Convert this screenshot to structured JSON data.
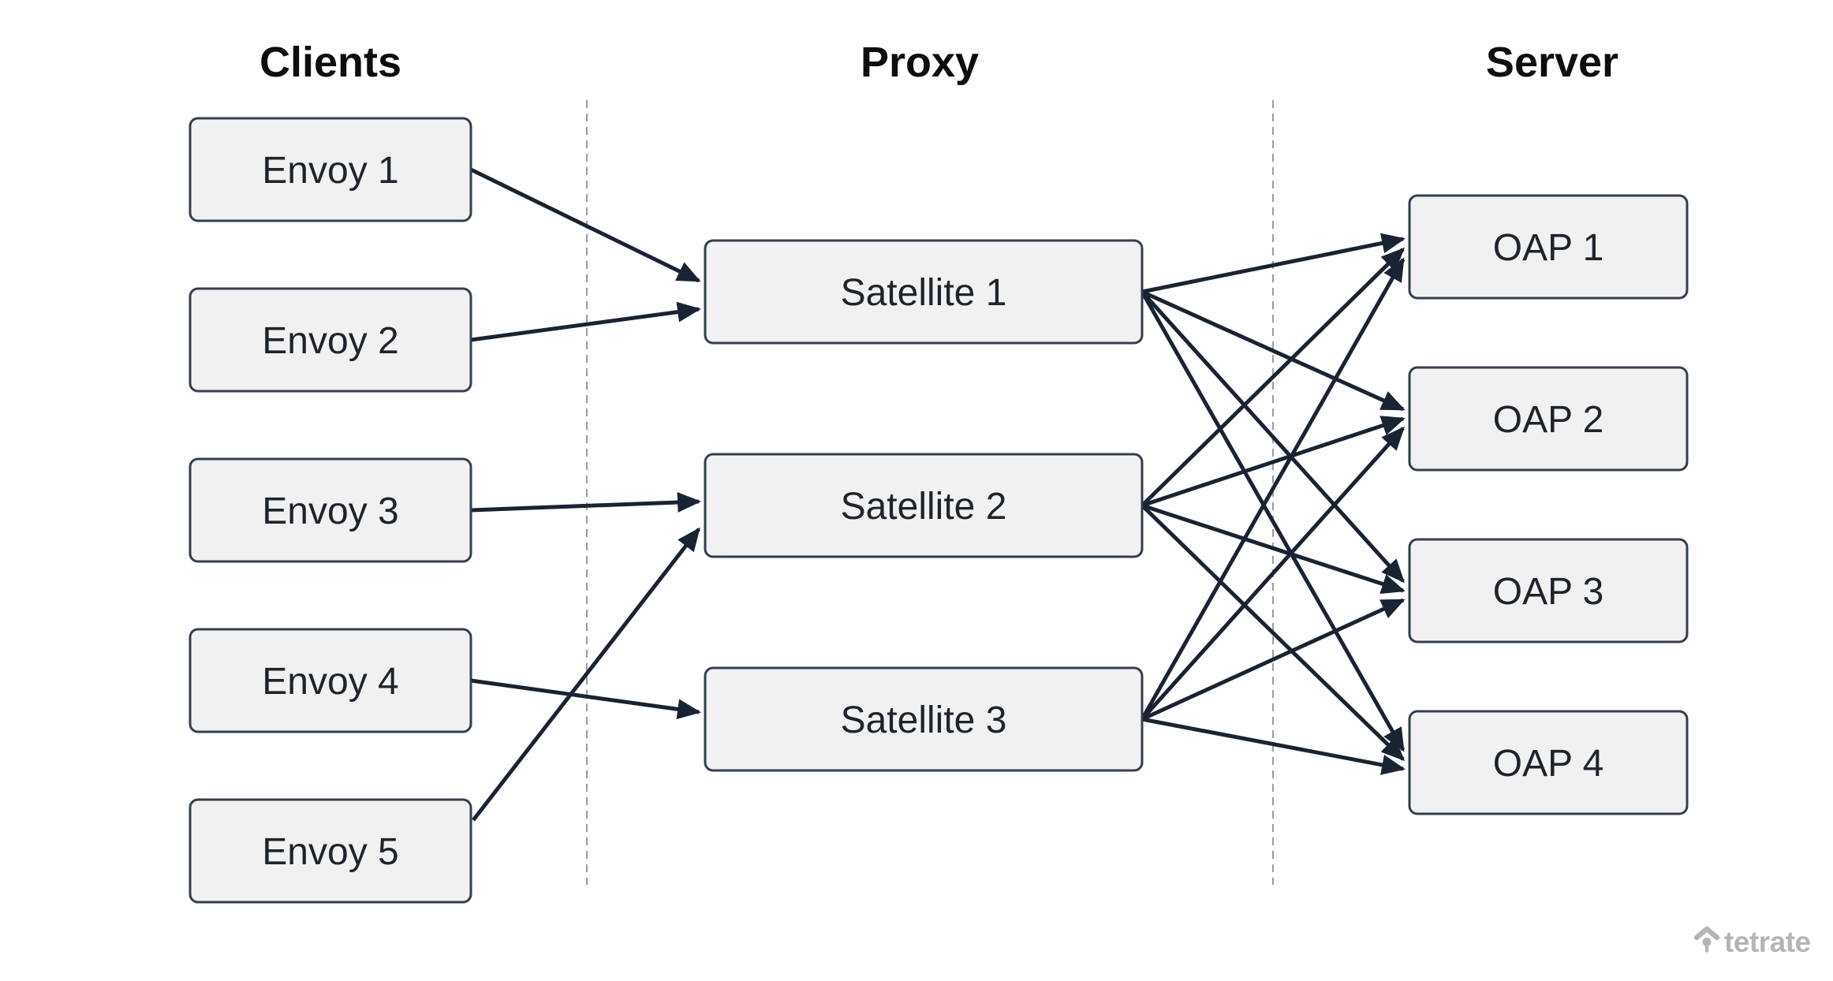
{
  "columns": [
    {
      "id": "clients",
      "label": "Clients"
    },
    {
      "id": "proxy",
      "label": "Proxy"
    },
    {
      "id": "server",
      "label": "Server"
    }
  ],
  "nodes": {
    "clients": [
      {
        "id": "envoy-1",
        "label": "Envoy 1"
      },
      {
        "id": "envoy-2",
        "label": "Envoy 2"
      },
      {
        "id": "envoy-3",
        "label": "Envoy 3"
      },
      {
        "id": "envoy-4",
        "label": "Envoy 4"
      },
      {
        "id": "envoy-5",
        "label": "Envoy 5"
      }
    ],
    "proxies": [
      {
        "id": "satellite-1",
        "label": "Satellite 1"
      },
      {
        "id": "satellite-2",
        "label": "Satellite 2"
      },
      {
        "id": "satellite-3",
        "label": "Satellite 3"
      }
    ],
    "servers": [
      {
        "id": "oap-1",
        "label": "OAP 1"
      },
      {
        "id": "oap-2",
        "label": "OAP 2"
      },
      {
        "id": "oap-3",
        "label": "OAP 3"
      },
      {
        "id": "oap-4",
        "label": "OAP 4"
      }
    ]
  },
  "connections": {
    "client_to_proxy": [
      {
        "from": "envoy-1",
        "to": "satellite-1"
      },
      {
        "from": "envoy-2",
        "to": "satellite-1"
      },
      {
        "from": "envoy-3",
        "to": "satellite-2"
      },
      {
        "from": "envoy-4",
        "to": "satellite-3"
      },
      {
        "from": "envoy-5",
        "to": "satellite-2"
      }
    ],
    "proxy_to_server": [
      {
        "from": "satellite-1",
        "to": "oap-1"
      },
      {
        "from": "satellite-1",
        "to": "oap-2"
      },
      {
        "from": "satellite-1",
        "to": "oap-3"
      },
      {
        "from": "satellite-1",
        "to": "oap-4"
      },
      {
        "from": "satellite-2",
        "to": "oap-1"
      },
      {
        "from": "satellite-2",
        "to": "oap-2"
      },
      {
        "from": "satellite-2",
        "to": "oap-3"
      },
      {
        "from": "satellite-2",
        "to": "oap-4"
      },
      {
        "from": "satellite-3",
        "to": "oap-1"
      },
      {
        "from": "satellite-3",
        "to": "oap-2"
      },
      {
        "from": "satellite-3",
        "to": "oap-3"
      },
      {
        "from": "satellite-3",
        "to": "oap-4"
      }
    ]
  },
  "colors": {
    "background": "#ffffff",
    "node_fill": "#f1f1f1",
    "node_border": "#343e4e",
    "edge": "#1a2332",
    "divider": "#9c9c9c",
    "header_text": "#0d0d0d",
    "label_text": "#1f242c",
    "watermark": "#b5b5b5"
  },
  "watermark": {
    "icon": "tetrate-caret-icon",
    "text": "tetrate"
  }
}
